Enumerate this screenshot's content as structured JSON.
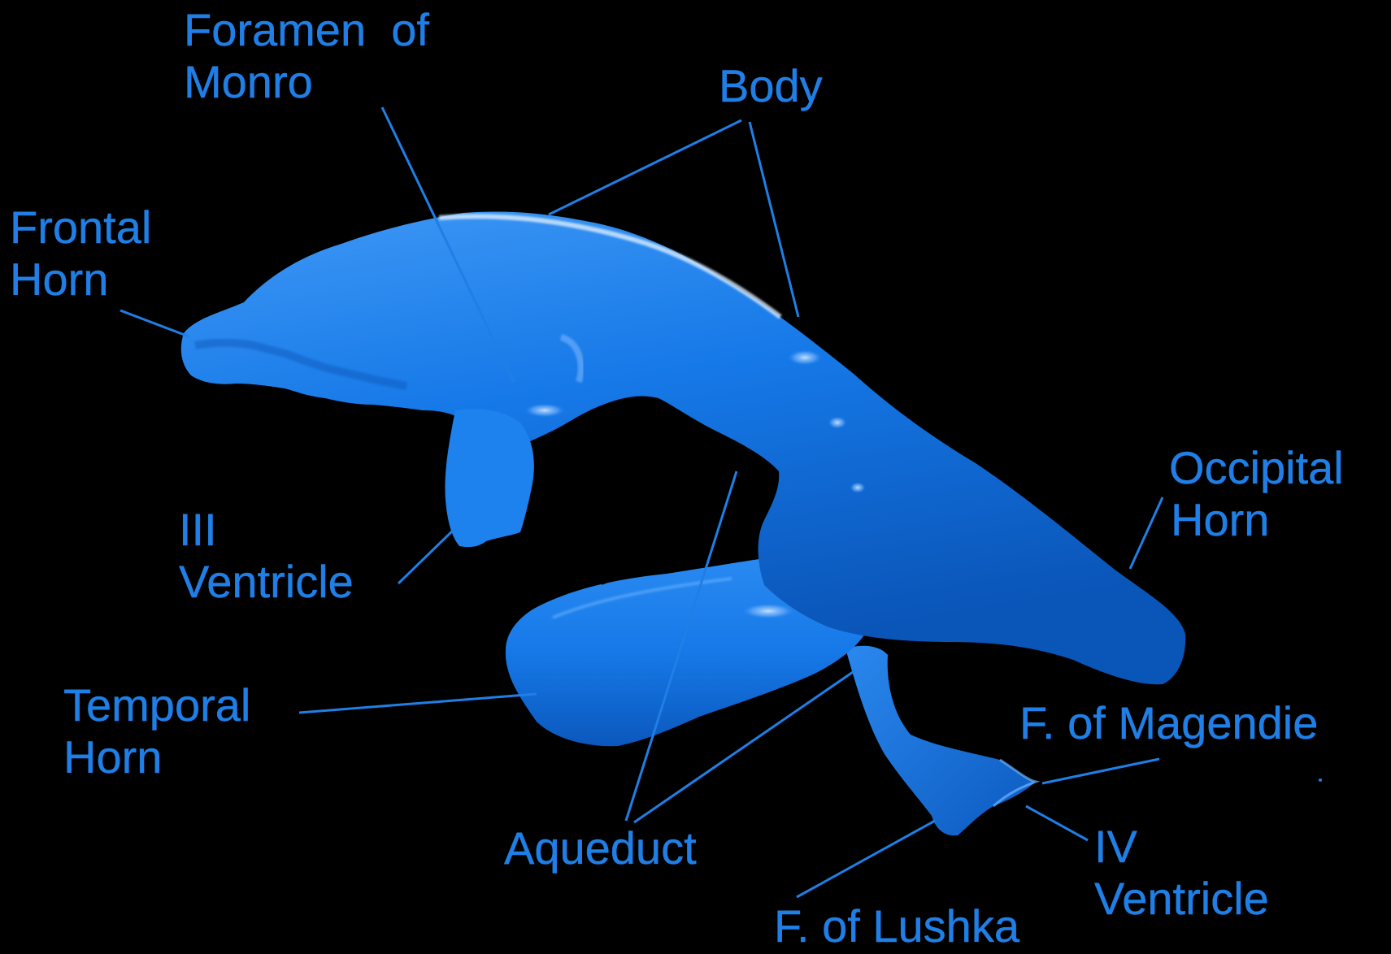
{
  "labels": {
    "foramen_of_monro": [
      "Foramen  of",
      "Monro"
    ],
    "body": "Body",
    "frontal_horn": [
      "Frontal",
      "Horn"
    ],
    "third_ventricle": [
      "III",
      "Ventricle"
    ],
    "occipital_horn": [
      "Occipital",
      "Horn"
    ],
    "temporal_horn": [
      "Temporal",
      "Horn"
    ],
    "f_of_magendie": "F. of Magendie",
    "aqueduct": "Aqueduct",
    "fourth_ventricle": [
      "IV",
      "Ventricle"
    ],
    "f_of_lushka": "F. of Lushka"
  },
  "colors": {
    "background": "#000000",
    "label_text": "#1f7fe6",
    "leader_line": "#1f7fe6",
    "ventricle_fill": "#1577e6",
    "ventricle_highlight": "#6db4ff",
    "ventricle_shadow": "#0a4fae"
  }
}
